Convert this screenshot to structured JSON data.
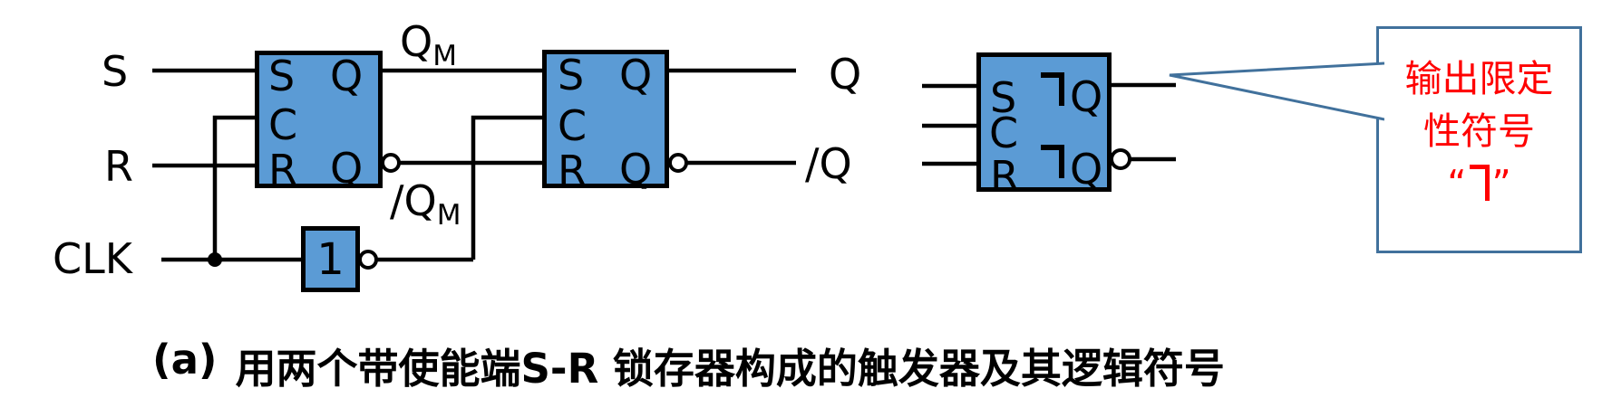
{
  "figure": {
    "inputs": {
      "s": "S",
      "r": "R",
      "clk": "CLK"
    },
    "latch1": {
      "s": "S",
      "c": "C",
      "r": "R",
      "q_top": "Q",
      "q_bottom": "Q"
    },
    "latch2": {
      "s": "S",
      "c": "C",
      "r": "R",
      "q_top": "Q",
      "q_bottom": "Q"
    },
    "inverter": {
      "label": "1"
    },
    "mid": {
      "qm_base": "Q",
      "qm_sub": "M",
      "qmb_base": "/Q",
      "qmb_sub": "M"
    },
    "outputs": {
      "q": "Q",
      "qb": "/Q"
    },
    "symbol": {
      "s": "S",
      "c": "C",
      "r": "R",
      "q_top": "Q",
      "q_bottom": "Q",
      "qualifier": "˥"
    },
    "callout": {
      "line1": "输出限定",
      "line2": "性符号",
      "open_quote": "“",
      "close_quote": "”",
      "symbol": "˥"
    },
    "caption": {
      "index": "(a)",
      "text": "用两个带使能端S-R 锁存器构成的触发器及其逻辑符号"
    },
    "colors": {
      "block_fill": "#5b9bd5",
      "wire": "#000000",
      "callout_border": "#41719c",
      "callout_text": "#ff0000",
      "background": "#ffffff"
    }
  }
}
